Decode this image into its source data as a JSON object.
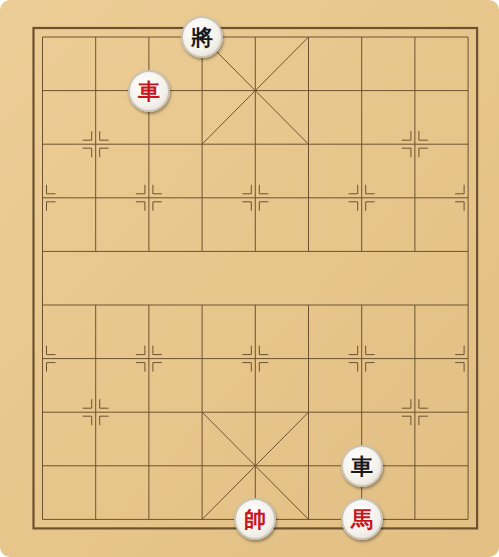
{
  "diagram": {
    "nodes": [
      {
        "text": [
          "將"
        ]
      },
      {
        "text": [
          "車"
        ]
      },
      {
        "text": [
          "車"
        ]
      },
      {
        "text": [
          "帥"
        ]
      },
      {
        "text": [
          "馬"
        ]
      }
    ]
  }
}
